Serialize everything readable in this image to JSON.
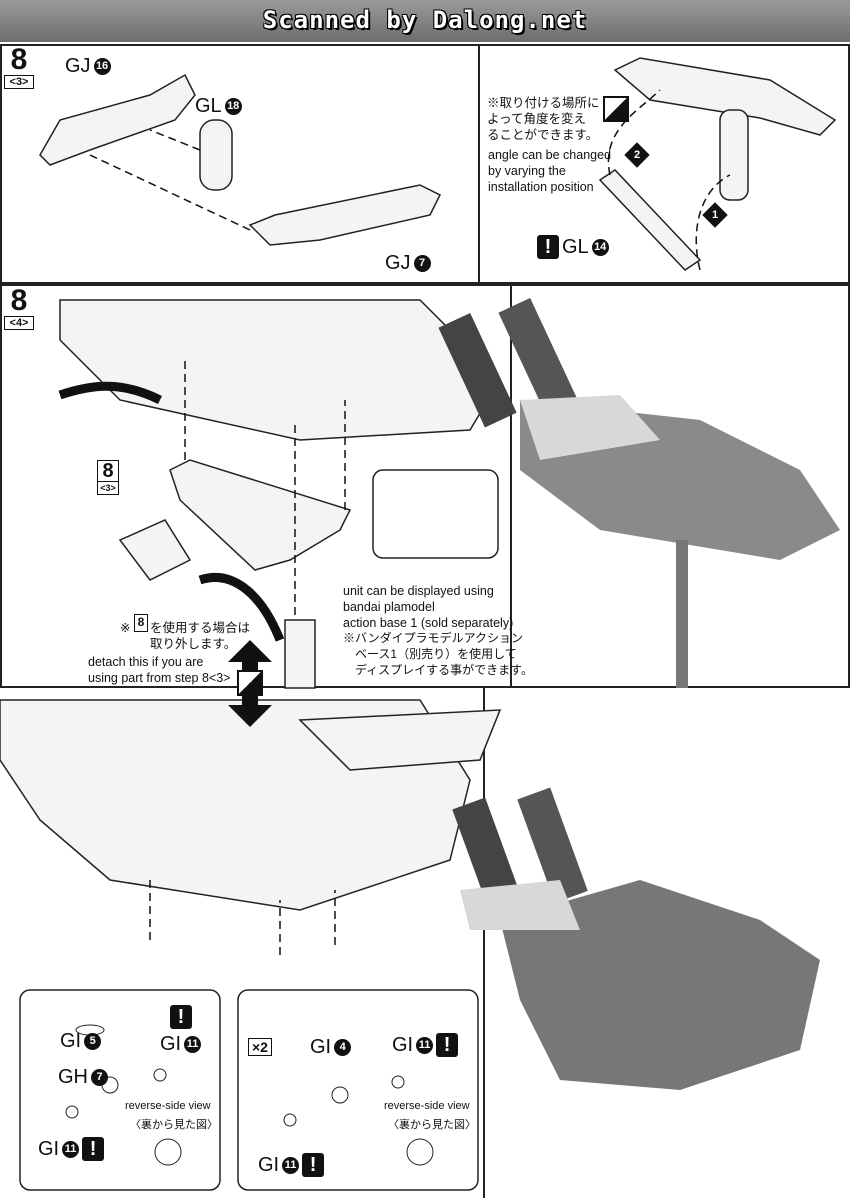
{
  "banner": {
    "text": "Scanned by Dalong.net"
  },
  "step_a": {
    "number": "8",
    "sub": "<3>",
    "parts": [
      {
        "letters": "GJ",
        "num": "16"
      },
      {
        "letters": "GL",
        "num": "18"
      },
      {
        "letters": "GJ",
        "num": "7"
      },
      {
        "letters": "GL",
        "num": "14"
      }
    ],
    "note_jp": "※取り付ける場所に\nよって角度を変え\nることができます。",
    "note_en": "angle can be changed\nby varying the\ninstallation position",
    "arrows": [
      "1",
      "2"
    ],
    "warning": "!"
  },
  "step_b": {
    "number": "8",
    "sub": "<4>",
    "ref_step": {
      "number": "8",
      "sub": "<3>"
    },
    "detach_jp": "を使用する場合は\n取り外します。",
    "detach_prefix": "※",
    "detach_en": "detach this if you are\nusing part from step 8<3>",
    "base_en": "unit can be displayed using\nbandai plamodel\naction base 1 (sold separately)",
    "base_jp": "※バンダイプラモデルアクション\n　ベース1（別売り）を使用して\n　ディスプレイする事ができます。"
  },
  "step_c": {
    "left_parts": [
      {
        "letters": "GI",
        "num": "5"
      },
      {
        "letters": "GH",
        "num": "7"
      },
      {
        "letters": "GI",
        "num": "11"
      },
      {
        "letters": "GI",
        "num": "11"
      }
    ],
    "right_parts": [
      {
        "letters": "GI",
        "num": "4"
      },
      {
        "letters": "GI",
        "num": "11"
      },
      {
        "letters": "GI",
        "num": "11"
      }
    ],
    "multiplier": "×2",
    "reverse_en": "reverse-side view",
    "reverse_jp": "〈裏から見た図〉",
    "warning": "!"
  }
}
